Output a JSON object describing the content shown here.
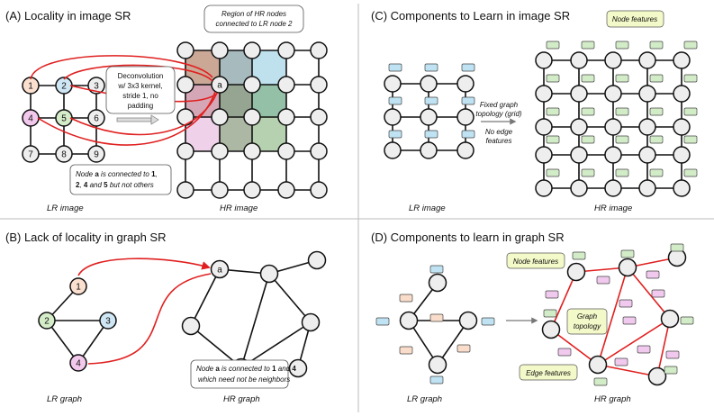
{
  "panels": {
    "a": {
      "title": "(A) Locality in image SR",
      "lr_caption": "LR image",
      "hr_caption": "HR image",
      "lr_nodes": [
        "1",
        "2",
        "3",
        "4",
        "5",
        "6",
        "7",
        "8",
        "9"
      ],
      "hr_node_label": "a",
      "callout_region": [
        "Region of HR nodes",
        "connected to LR node 2"
      ],
      "callout_deconv": [
        "Deconvolution",
        "w/ 3x3 kernel,",
        "stride 1, no",
        "padding"
      ],
      "note": {
        "l1_pre": "Node ",
        "l1_bold": "a",
        "l1_mid": " is connected to ",
        "l1_bold2": "1",
        "l1_post": ",",
        "l2_b1": "2",
        "l2_t1": ", ",
        "l2_b2": "4",
        "l2_t2": " and ",
        "l2_b3": "5",
        "l2_post": " but not others"
      }
    },
    "b": {
      "title": "(B) Lack of locality in graph SR",
      "lr_caption": "LR graph",
      "hr_caption": "HR graph",
      "lr_nodes": [
        "1",
        "2",
        "3",
        "4"
      ],
      "hr_node_label": "a",
      "note": {
        "l1_pre": "Node ",
        "l1_bold": "a",
        "l1_mid": " is connected to ",
        "l1_b2": "1",
        "l1_and": " and ",
        "l1_b3": "4",
        "l2": "which need not be neighbors"
      }
    },
    "c": {
      "title": "(C) Components to Learn in image SR",
      "lr_caption": "LR image",
      "hr_caption": "HR image",
      "node_features": "Node features",
      "arrow_text": [
        "Fixed graph",
        "topology (grid)"
      ],
      "arrow_text2": [
        "No edge",
        "features"
      ]
    },
    "d": {
      "title": "(D) Components to learn in graph SR",
      "lr_caption": "LR graph",
      "hr_caption": "HR graph",
      "node_features": "Node features",
      "graph_topology": [
        "Graph",
        "topology"
      ],
      "edge_features": "Edge features"
    }
  },
  "colors": {
    "node_fill": "#eeeeee",
    "node1": "#fbe0d0",
    "node2": "#cfe6f4",
    "node4": "#f2c9ec",
    "node5": "#d5ecc9",
    "red": "#e02020",
    "blue_feat": "#bfe3f3",
    "green_feat": "#d3ecc8",
    "pink_feat": "#f1c9ee",
    "peach_feat": "#f9dcc9",
    "label_fill": "#f3f9c8"
  }
}
